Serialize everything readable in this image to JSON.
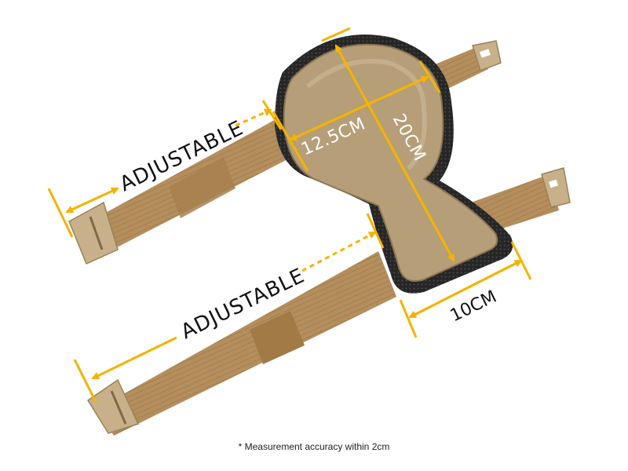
{
  "labels": {
    "adjustable_top": "ADJUSTABLE",
    "adjustable_bottom": "ADJUSTABLE",
    "width_top": "12.5CM",
    "height": "20CM",
    "width_bottom": "10CM"
  },
  "note": "* Measurement accuracy within 2cm",
  "colors": {
    "pad": "#b59e78",
    "strap": "#b48e5c",
    "mesh": "#2b2b2b",
    "arrow": "#f4b400"
  }
}
